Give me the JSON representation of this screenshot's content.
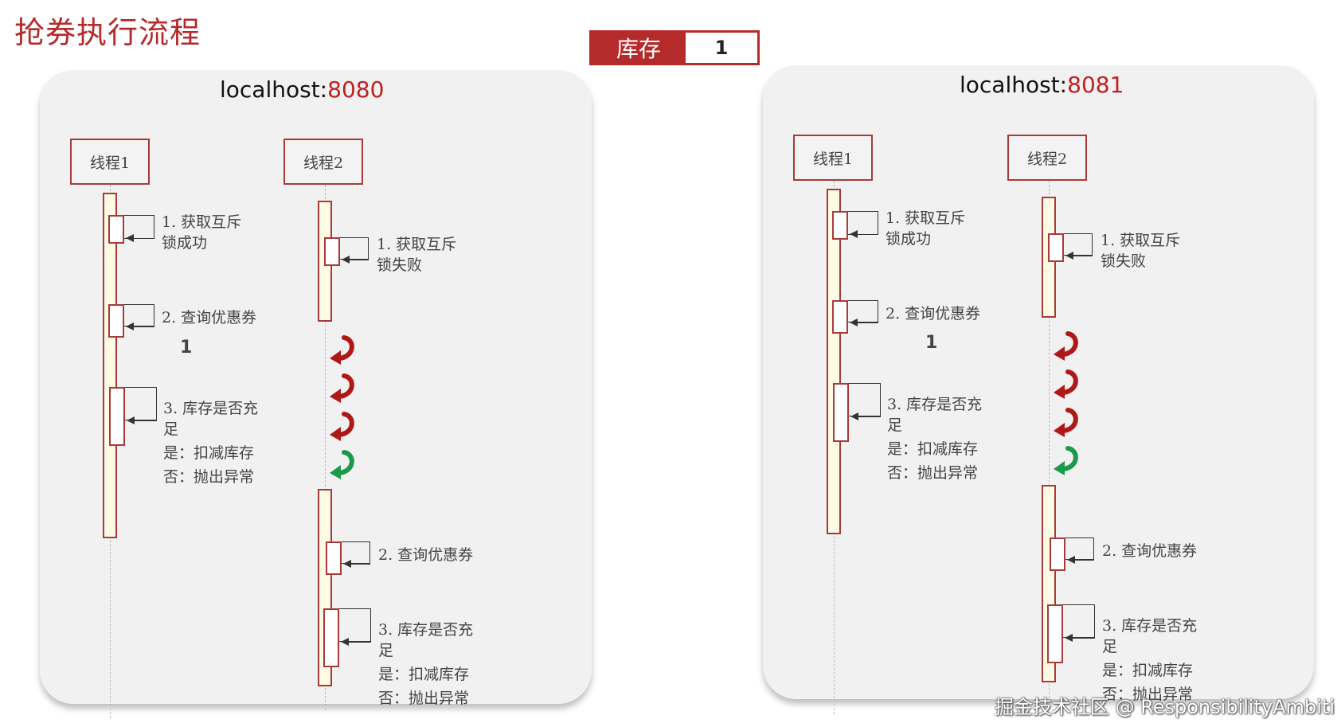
{
  "title": "抢券执行流程",
  "stock": {
    "label": "库存",
    "value": "1"
  },
  "panels": [
    {
      "host": "localhost:",
      "port": "8080",
      "thread1": {
        "name": "线程1",
        "step1": [
          "1. 获取互斥",
          "锁成功"
        ],
        "step2": "2. 查询优惠券",
        "step2_value": "1",
        "step3": [
          "3. 库存是否充",
          "足",
          "是：扣减库存",
          "否：抛出异常"
        ]
      },
      "thread2": {
        "name": "线程2",
        "step1": [
          "1. 获取互斥",
          "锁失败"
        ],
        "retry_colors": [
          "#b01818",
          "#b01818",
          "#b01818",
          "#1a9a4a"
        ],
        "step2": "2. 查询优惠券",
        "step3": [
          "3. 库存是否充",
          "足",
          "是：扣减库存",
          "否：抛出异常"
        ]
      }
    },
    {
      "host": "localhost:",
      "port": "8081",
      "thread1": {
        "name": "线程1",
        "step1": [
          "1. 获取互斥",
          "锁成功"
        ],
        "step2": "2. 查询优惠券",
        "step2_value": "1",
        "step3": [
          "3. 库存是否充",
          "足",
          "是：扣减库存",
          "否：抛出异常"
        ]
      },
      "thread2": {
        "name": "线程2",
        "step1": [
          "1. 获取互斥",
          "锁失败"
        ],
        "retry_colors": [
          "#b01818",
          "#b01818",
          "#b01818",
          "#1a9a4a"
        ],
        "step2": "2. 查询优惠券",
        "step3": [
          "3. 库存是否充",
          "足",
          "是：扣减库存",
          "否：抛出异常"
        ]
      }
    }
  ],
  "watermark": "掘金技术社区 @ ResponsibilityAmbiti"
}
